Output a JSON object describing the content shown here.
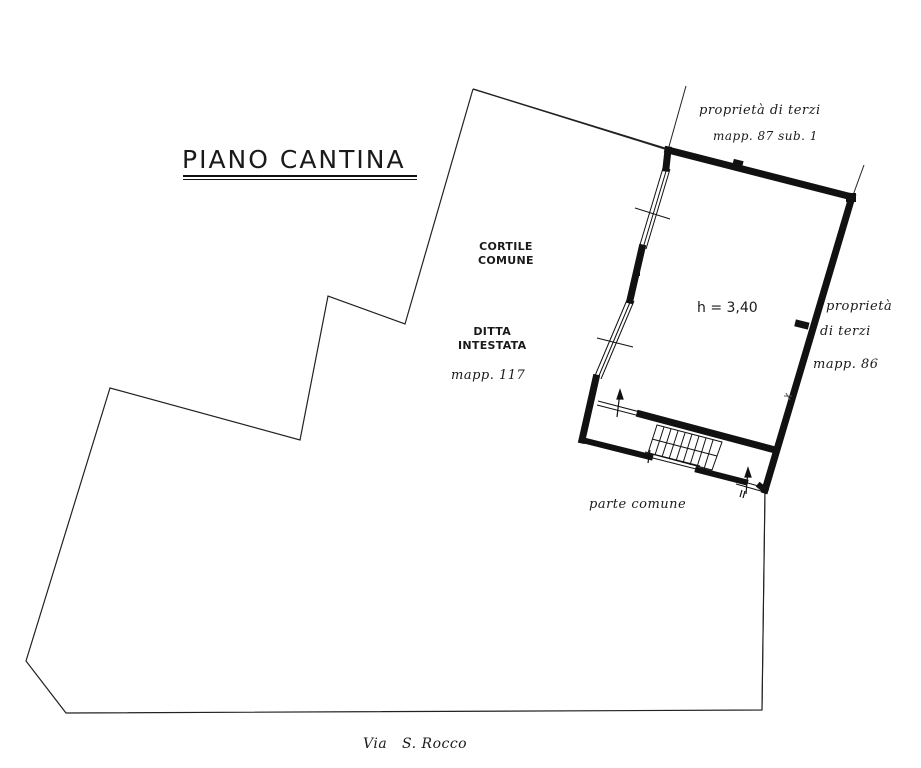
{
  "drawing": {
    "title": "PIANO CANTINA",
    "street_label": "Via   S. Rocco",
    "courtyard": {
      "line1": "CORTILE",
      "line2": "COMUNE"
    },
    "owner": {
      "line1": "DITTA",
      "line2": "INTESTATA",
      "parcel": "mapp. 117"
    },
    "neighbor_north": {
      "line1": "proprietà di terzi",
      "line2": "mapp. 87 sub. 1"
    },
    "neighbor_east": {
      "line1": "proprietà",
      "line2": "di terzi",
      "line3": "mapp. 86"
    },
    "room_height": "h = 3,40",
    "common_area": "parte comune",
    "colors": {
      "ink": "#111111",
      "paper": "#ffffff"
    }
  }
}
